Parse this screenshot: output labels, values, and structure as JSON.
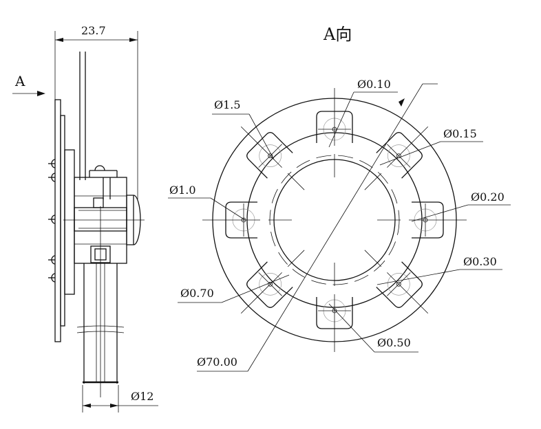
{
  "view_title": "A向",
  "view_arrow_label": "A",
  "dims": {
    "width_top": "23.7",
    "shaft_dia": "Ø12",
    "outer_dia": "Ø70.00"
  },
  "holes": [
    {
      "id": "top",
      "label": "Ø0.10"
    },
    {
      "id": "top-right",
      "label": "Ø0.15"
    },
    {
      "id": "right",
      "label": "Ø0.20"
    },
    {
      "id": "bottom-right",
      "label": "Ø0.30"
    },
    {
      "id": "bottom",
      "label": "Ø0.50"
    },
    {
      "id": "bottom-left",
      "label": "Ø0.70"
    },
    {
      "id": "left",
      "label": "Ø1.0"
    },
    {
      "id": "top-left",
      "label": "Ø1.5"
    }
  ]
}
